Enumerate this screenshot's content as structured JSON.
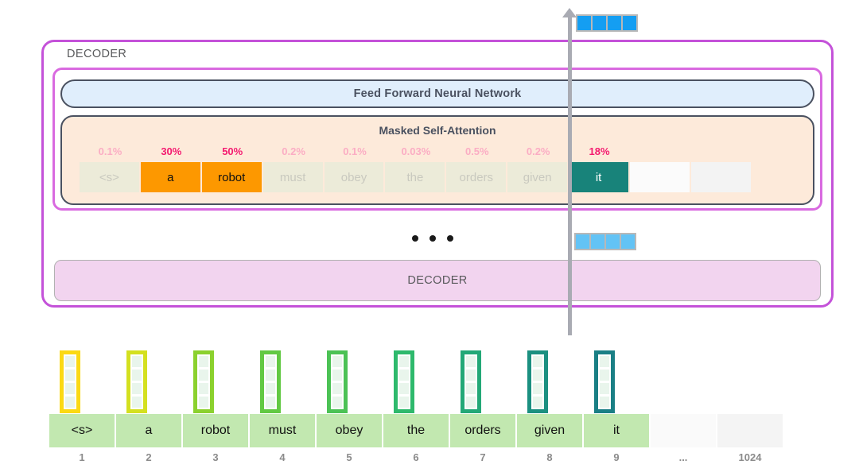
{
  "diagram": {
    "outer_decoder_label": "DECODER",
    "lower_decoder_label": "DECODER",
    "ffnn_label": "Feed Forward Neural Network",
    "attention_label": "Masked Self-Attention",
    "ellipsis": "...",
    "arrow_icon": "up-arrow-icon"
  },
  "colors": {
    "frame_outer": "#c452d9",
    "frame_inner": "#d96ae0",
    "ffnn_fill": "#e0eefc",
    "attention_fill": "#fdeada",
    "decoder_low_fill": "#f2d4ef",
    "token_active": "#fd9800",
    "token_selected": "#18837a",
    "token_inactive": "#ecebd9",
    "pct_high": "#f4196f",
    "pct_low": "#fbadc4",
    "bottom_token": "#c2e8b0",
    "output_vector": "#149ef2",
    "mid_vector": "#63c3f5",
    "arrow": "#a9abb3"
  },
  "attention_row": {
    "percentages": [
      "0.1%",
      "30%",
      "50%",
      "0.2%",
      "0.1%",
      "0.03%",
      "0.5%",
      "0.2%",
      "18%"
    ],
    "percent_emphasis": [
      false,
      true,
      true,
      false,
      false,
      false,
      false,
      false,
      true
    ],
    "tokens": [
      "<s>",
      "a",
      "robot",
      "must",
      "obey",
      "the",
      "orders",
      "given",
      "it"
    ],
    "token_states": [
      "off",
      "on",
      "on",
      "off",
      "off",
      "off",
      "off",
      "off",
      "sel"
    ],
    "pad_cells": 2
  },
  "input_row": {
    "tokens": [
      "<s>",
      "a",
      "robot",
      "must",
      "obey",
      "the",
      "orders",
      "given",
      "it"
    ],
    "positions": [
      "1",
      "2",
      "3",
      "4",
      "5",
      "6",
      "7",
      "8",
      "9",
      "...",
      "1024"
    ],
    "pad_cells": 2,
    "vector_colors": [
      "#fbd914",
      "#d4e020",
      "#8bd12e",
      "#62c943",
      "#4cc255",
      "#2eb96c",
      "#23a877",
      "#1b9080",
      "#1a7f85"
    ],
    "vector_cells": 4
  },
  "output_vector": {
    "cells": 4,
    "name": "output-embedding-vector"
  },
  "mid_vector": {
    "cells": 4,
    "name": "intermediate-embedding-vector"
  }
}
